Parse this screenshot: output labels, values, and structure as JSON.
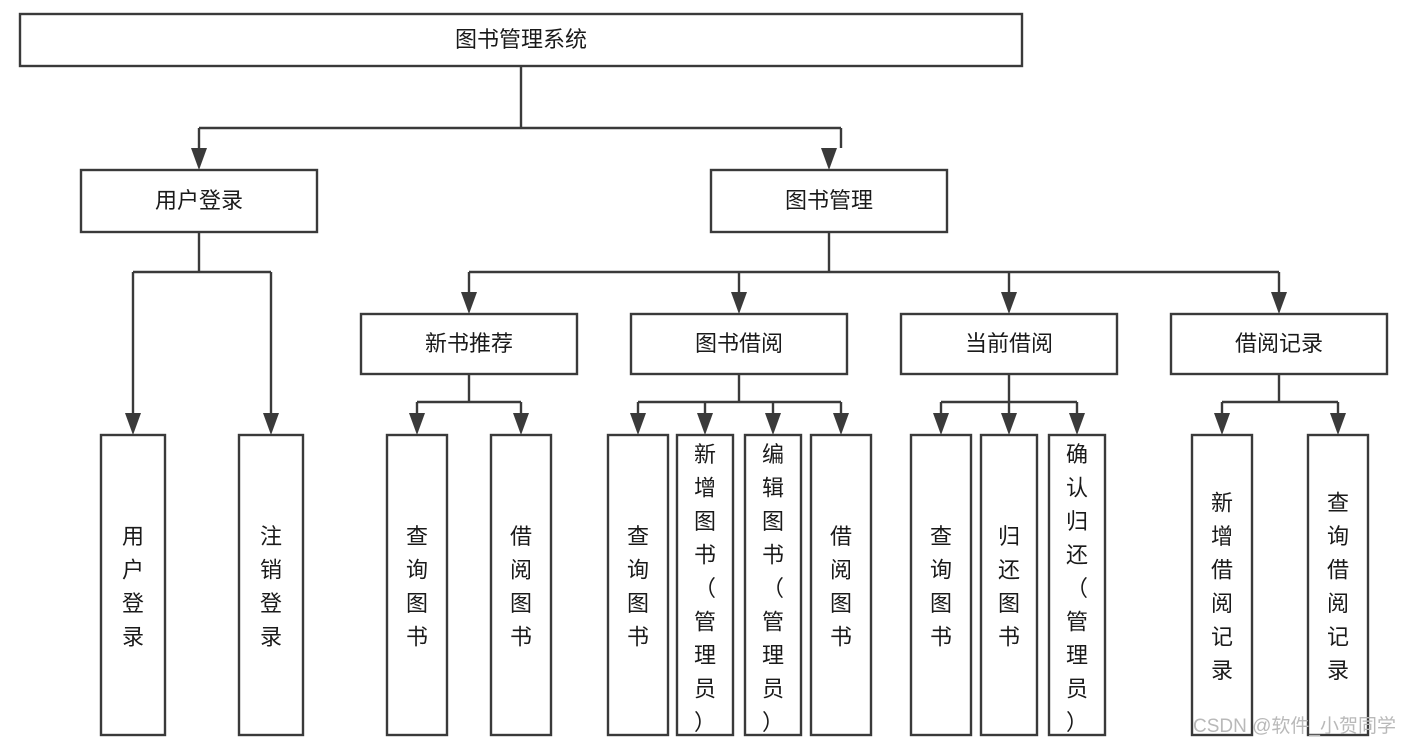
{
  "diagram": {
    "title": "图书管理系统",
    "type": "hierarchy-tree",
    "root": {
      "id": "root",
      "label": "图书管理系统"
    },
    "level2": [
      {
        "id": "user-login",
        "label": "用户登录"
      },
      {
        "id": "book-manage",
        "label": "图书管理"
      }
    ],
    "level3": [
      {
        "id": "new-book-recommend",
        "label": "新书推荐",
        "parent": "book-manage"
      },
      {
        "id": "book-borrow",
        "label": "图书借阅",
        "parent": "book-manage"
      },
      {
        "id": "current-borrow",
        "label": "当前借阅",
        "parent": "book-manage"
      },
      {
        "id": "borrow-record",
        "label": "借阅记录",
        "parent": "book-manage"
      }
    ],
    "leaves": [
      {
        "id": "leaf-user-login",
        "label": "用户登录",
        "parent": "user-login"
      },
      {
        "id": "leaf-user-logout",
        "label": "注销登录",
        "parent": "user-login"
      },
      {
        "id": "leaf-query-book-1",
        "label": "查询图书",
        "parent": "new-book-recommend"
      },
      {
        "id": "leaf-borrow-book-1",
        "label": "借阅图书",
        "parent": "new-book-recommend"
      },
      {
        "id": "leaf-query-book-2",
        "label": "查询图书",
        "parent": "book-borrow"
      },
      {
        "id": "leaf-add-book",
        "label": "新增图书（管理员）",
        "parent": "book-borrow"
      },
      {
        "id": "leaf-edit-book",
        "label": "编辑图书（管理员）",
        "parent": "book-borrow"
      },
      {
        "id": "leaf-borrow-book-2",
        "label": "借阅图书",
        "parent": "book-borrow"
      },
      {
        "id": "leaf-query-book-3",
        "label": "查询图书",
        "parent": "current-borrow"
      },
      {
        "id": "leaf-return-book",
        "label": "归还图书",
        "parent": "current-borrow"
      },
      {
        "id": "leaf-confirm-return",
        "label": "确认归还（管理员）",
        "parent": "current-borrow"
      },
      {
        "id": "leaf-add-record",
        "label": "新增借阅记录",
        "parent": "borrow-record"
      },
      {
        "id": "leaf-query-record",
        "label": "查询借阅记录",
        "parent": "borrow-record"
      }
    ]
  },
  "watermark": {
    "text": "CSDN @软件_小贺同学"
  },
  "colors": {
    "stroke": "#3a3a3a",
    "fill": "#ffffff",
    "text": "#1a1a1a",
    "watermark": "#b9b9b9"
  }
}
